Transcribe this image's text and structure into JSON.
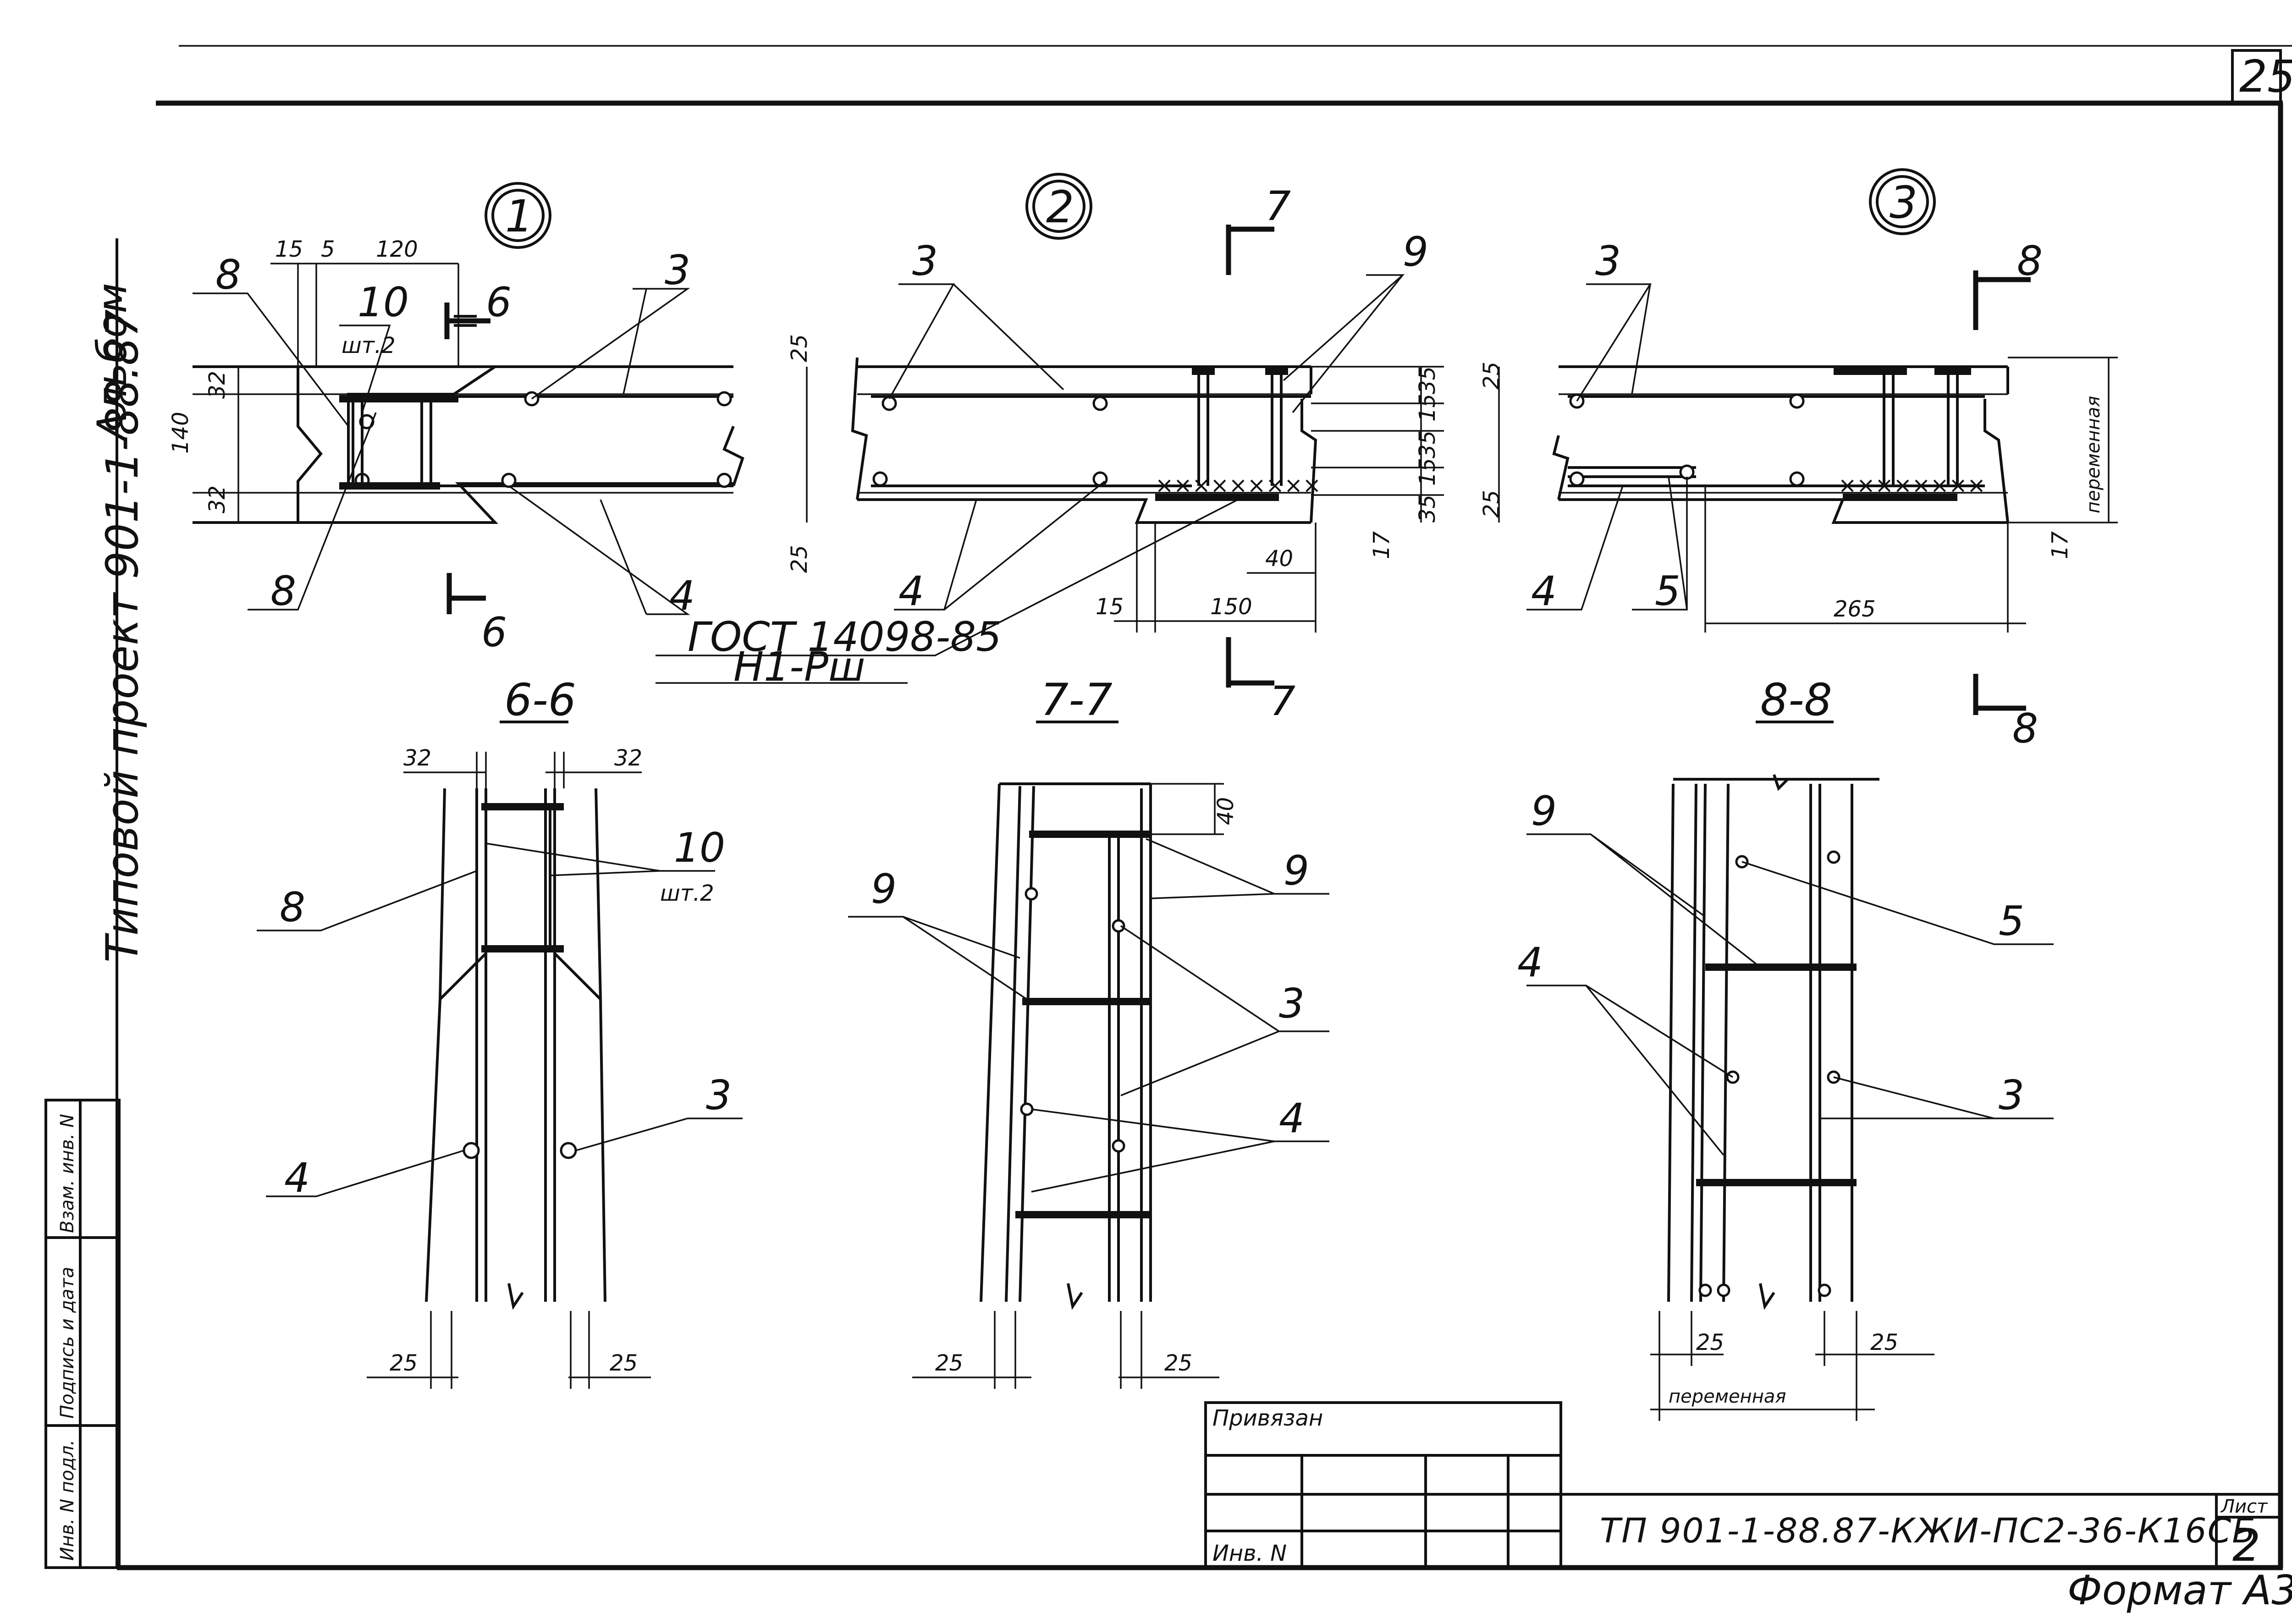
{
  "sheet": {
    "page_number": "25",
    "vertical_note": "Типовой проект 901-1-88.87",
    "author_note": "Альбом",
    "drawing_code": "ТП 901-1-88.87-КЖИ-ПС2-36-К16СБ",
    "list_label": "Лист",
    "list_number": "2",
    "bound_label": "Привязан",
    "inv_label": "Инв. N",
    "format_label": "Формат А3",
    "side_stamp": [
      "Инв. N подл.",
      "Подпись и дата",
      "Взам. инв. N"
    ]
  },
  "nodes": {
    "n1": {
      "marker": "1",
      "dims_top": [
        "15",
        "5",
        "120"
      ],
      "dims_left": [
        "140",
        "32",
        "32"
      ],
      "labels": {
        "p8_top": "8",
        "p10": "10",
        "p10_qty": "шт.2",
        "p3": "3",
        "p4": "4",
        "p8_bottom": "8"
      },
      "section_mark": "6"
    },
    "n2": {
      "marker": "2",
      "dims": [
        "25",
        "25",
        "35",
        "15",
        "35",
        "15",
        "35",
        "17",
        "40",
        "15",
        "150"
      ],
      "labels": {
        "p3": "3",
        "p9": "9",
        "p4": "4"
      },
      "gost": "ГОСТ 14098-85",
      "gost_type": "Н1-Рш",
      "section_mark": "7"
    },
    "n3": {
      "marker": "3",
      "dims": [
        "25",
        "25",
        "17",
        "265"
      ],
      "variable": "переменная",
      "labels": {
        "p3": "3",
        "p4": "4",
        "p5": "5"
      },
      "section_mark": "8"
    }
  },
  "sections": {
    "s6": {
      "title": "6-6",
      "dims": [
        "32",
        "32",
        "25",
        "25"
      ],
      "labels": {
        "p10": "10",
        "p10_qty": "шт.2",
        "p8": "8",
        "p4": "4",
        "p3": "3"
      }
    },
    "s7": {
      "title": "7-7",
      "dims": [
        "40",
        "25",
        "25"
      ],
      "labels": {
        "p9_left": "9",
        "p9_right": "9",
        "p3": "3",
        "p4": "4"
      }
    },
    "s8": {
      "title": "8-8",
      "dims": [
        "25",
        "25"
      ],
      "variable": "переменная",
      "labels": {
        "p9": "9",
        "p5": "5",
        "p4": "4",
        "p3": "3"
      }
    }
  }
}
